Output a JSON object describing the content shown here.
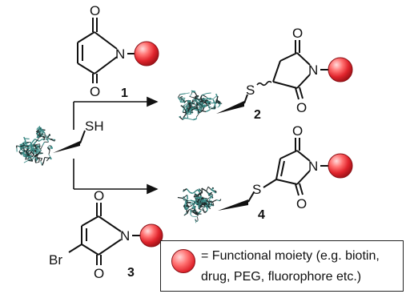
{
  "compounds": {
    "maleimide": {
      "number": "1"
    },
    "thioether_adduct": {
      "number": "2"
    },
    "bromomaleimide": {
      "number": "3",
      "substituent": "Br"
    },
    "thiomaleimide_adduct": {
      "number": "4"
    }
  },
  "atoms": {
    "oxygen": "O",
    "nitrogen": "N",
    "sulfur": "S",
    "thiol": "SH"
  },
  "legend": {
    "line1": "= Functional moiety (e.g. biotin,",
    "line2": "drug, PEG, fluorophore etc.)"
  },
  "colors": {
    "functional_ball": "#e0242c",
    "protein_teal": "#3a8a86",
    "protein_dark": "#1f2a2a",
    "ink": "#111111"
  }
}
